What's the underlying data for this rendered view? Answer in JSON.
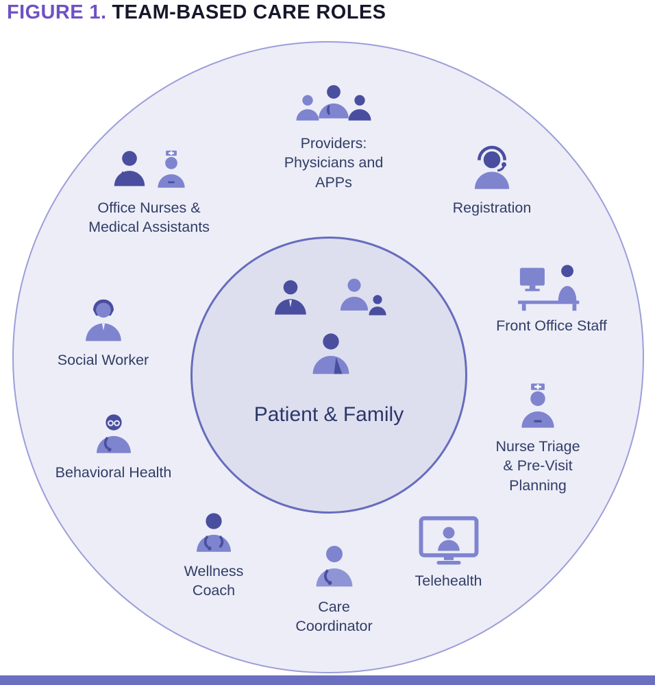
{
  "title": {
    "figure": "FIGURE 1.",
    "text": "TEAM-BASED CARE ROLES"
  },
  "center": {
    "label": "Patient & Family",
    "icons": [
      "man-icon",
      "woman-and-child-icon",
      "person-icon"
    ]
  },
  "roles": [
    {
      "id": "providers",
      "icon": "providers-group-icon",
      "label": "Providers:\nPhysicians and\nAPPs"
    },
    {
      "id": "registration",
      "icon": "headset-agent-icon",
      "label": "Registration"
    },
    {
      "id": "office-nurses",
      "icon": "nurse-and-assistant-icon",
      "label": "Office Nurses &\nMedical Assistants"
    },
    {
      "id": "front-office",
      "icon": "person-at-computer-icon",
      "label": "Front Office Staff"
    },
    {
      "id": "social-worker",
      "icon": "person-icon",
      "label": "Social Worker"
    },
    {
      "id": "nurse-triage",
      "icon": "nurse-icon",
      "label": "Nurse Triage\n& Pre-Visit\nPlanning"
    },
    {
      "id": "behavioral-health",
      "icon": "clinician-icon",
      "label": "Behavioral Health"
    },
    {
      "id": "telehealth",
      "icon": "telehealth-monitor-icon",
      "label": "Telehealth"
    },
    {
      "id": "wellness-coach",
      "icon": "clinician-icon",
      "label": "Wellness\nCoach"
    },
    {
      "id": "care-coordinator",
      "icon": "clinician-icon",
      "label": "Care\nCoordinator"
    }
  ],
  "colors": {
    "accent_purple": "#6f51c5",
    "circle_fill": "#ecedf7",
    "circle_border": "#9b9ed8",
    "inner_fill": "#dddfef",
    "inner_border": "#676cbd",
    "icon_main": "#7f84cf",
    "icon_dark": "#4a4e9f",
    "label_text": "#313d66",
    "bottom_bar": "#6a6fbf"
  }
}
